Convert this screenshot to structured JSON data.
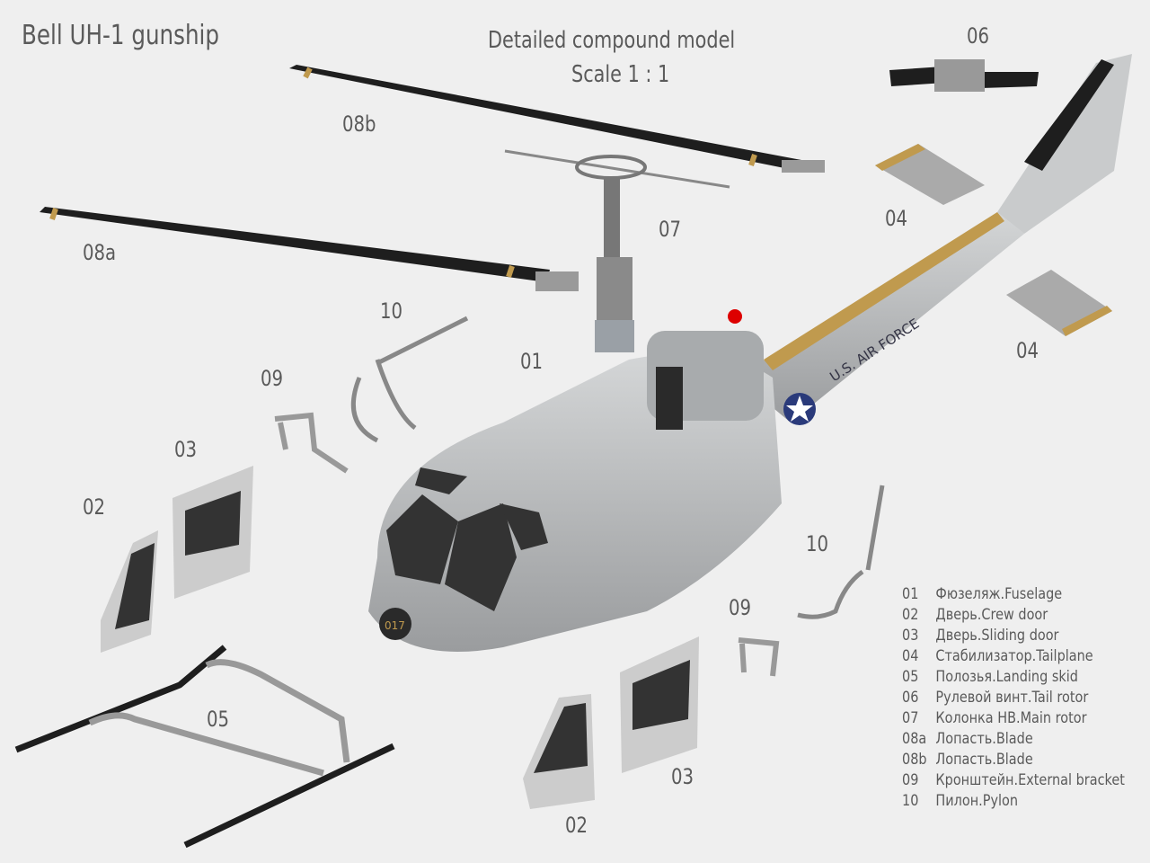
{
  "header": {
    "title": "Bell UH-1 gunship",
    "subtitle": "Detailed compound model",
    "scale": "Scale 1 : 1"
  },
  "callouts": {
    "c06": "06",
    "c08b": "08b",
    "c07": "07",
    "c04a": "04",
    "c08a": "08a",
    "c10a": "10",
    "c01": "01",
    "c04b": "04",
    "c09a": "09",
    "c03a": "03",
    "c02a": "02",
    "c10b": "10",
    "c09b": "09",
    "c05": "05",
    "c03b": "03",
    "c02b": "02"
  },
  "legend": [
    {
      "num": "01",
      "label": "Фюзеляж.Fuselage"
    },
    {
      "num": "02",
      "label": "Дверь.Crew door"
    },
    {
      "num": "03",
      "label": "Дверь.Sliding door"
    },
    {
      "num": "04",
      "label": "Стабилизатор.Tailplane"
    },
    {
      "num": "05",
      "label": "Полозья.Landing skid"
    },
    {
      "num": "06",
      "label": "Рулевой винт.Tail rotor"
    },
    {
      "num": "07",
      "label": "Колонка НВ.Main rotor"
    },
    {
      "num": "08a",
      "label": "Лопасть.Blade"
    },
    {
      "num": "08b",
      "label": "Лопасть.Blade"
    },
    {
      "num": "09",
      "label": "Кронштейн.External bracket"
    },
    {
      "num": "10",
      "label": "Пилон.Pylon"
    }
  ],
  "decals": {
    "fuselage_text": "U.S. AIR FORCE",
    "nose_number": "017"
  },
  "colors": {
    "background": "#efefef",
    "text": "#5a5a5a",
    "fuselage": "#b8babb",
    "blade": "#1e1e1e",
    "gold": "#c09a4e"
  }
}
